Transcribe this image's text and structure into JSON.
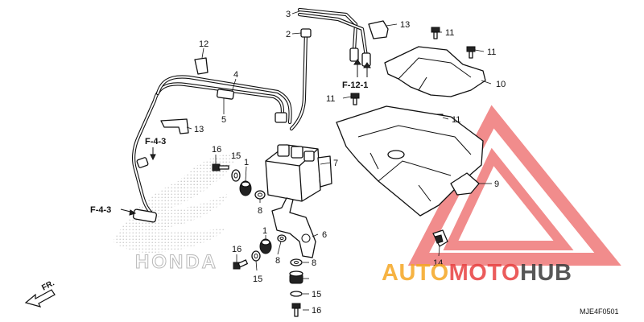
{
  "diagram": {
    "callouts": {
      "c1a": "1",
      "c1b": "1",
      "c2": "2",
      "c3": "3",
      "c4": "4",
      "c5": "5",
      "c6": "6",
      "c7": "7",
      "c8a": "8",
      "c8b": "8",
      "c8c": "8",
      "c9": "9",
      "c10": "10",
      "c11a": "11",
      "c11b": "11",
      "c11c": "11",
      "c11d": "11",
      "c12": "12",
      "c13a": "13",
      "c13b": "13",
      "c14": "14",
      "c15a": "15",
      "c15b": "15",
      "c15c": "15",
      "c16a": "16",
      "c16b": "16",
      "c16c": "16"
    },
    "references": {
      "f43_upper": "F-4-3",
      "f43_lower": "F-4-3",
      "f121": "F-12-1"
    },
    "direction_label": "FR.",
    "brand_watermark": "HONDA",
    "diagram_code": "MJE4F0501"
  },
  "watermark": {
    "part1": "AUTO",
    "part2": "MOTO",
    "part3": "HUB",
    "colors": {
      "orange": "#f5a623",
      "red": "#e84040",
      "dark": "#3a3a3a"
    }
  }
}
